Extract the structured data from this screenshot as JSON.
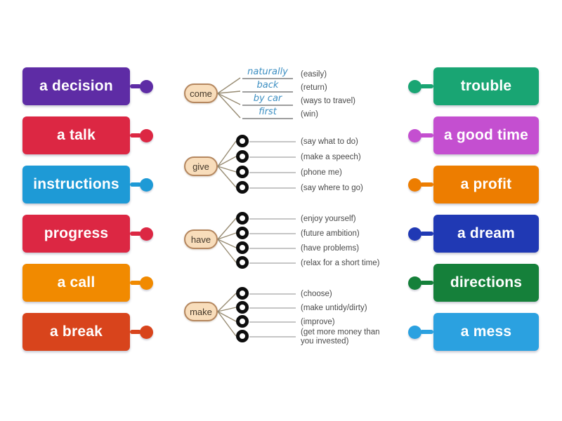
{
  "left_tiles": [
    {
      "label": "a decision",
      "color": "#5e2ca5"
    },
    {
      "label": "a talk",
      "color": "#dc2743"
    },
    {
      "label": "instructions",
      "color": "#1e9ad6"
    },
    {
      "label": "progress",
      "color": "#dc2743"
    },
    {
      "label": "a call",
      "color": "#f18a00"
    },
    {
      "label": "a break",
      "color": "#d8441c"
    }
  ],
  "right_tiles": [
    {
      "label": "trouble",
      "color": "#19a573"
    },
    {
      "label": "a good time",
      "color": "#c44fd0"
    },
    {
      "label": "a profit",
      "color": "#ed7d00"
    },
    {
      "label": "a dream",
      "color": "#2039b4"
    },
    {
      "label": "directions",
      "color": "#15803a"
    },
    {
      "label": "a mess",
      "color": "#2ba1e0"
    }
  ],
  "diagram": {
    "node_fill": "#f8ddbb",
    "node_border": "#b5875f",
    "answer_text_color": "#3d8fc2",
    "groups": [
      {
        "verb": "come",
        "kind": "filled",
        "rows": [
          {
            "answer": "naturally",
            "hint": "(easily)"
          },
          {
            "answer": "back",
            "hint": "(return)"
          },
          {
            "answer": "by car",
            "hint": "(ways to travel)"
          },
          {
            "answer": "first",
            "hint": "(win)"
          }
        ]
      },
      {
        "verb": "give",
        "kind": "slots",
        "rows": [
          {
            "hint": "(say what to do)"
          },
          {
            "hint": "(make a speech)"
          },
          {
            "hint": "(phone me)"
          },
          {
            "hint": "(say where to go)"
          }
        ]
      },
      {
        "verb": "have",
        "kind": "slots",
        "rows": [
          {
            "hint": "(enjoy yourself)"
          },
          {
            "hint": "(future ambition)"
          },
          {
            "hint": "(have problems)"
          },
          {
            "hint": "(relax for a short time)"
          }
        ]
      },
      {
        "verb": "make",
        "kind": "slots",
        "rows": [
          {
            "hint": "(choose)"
          },
          {
            "hint": "(make untidy/dirty)"
          },
          {
            "hint": "(improve)"
          },
          {
            "hint": "(get more money than\nyou invested)"
          }
        ]
      }
    ]
  }
}
